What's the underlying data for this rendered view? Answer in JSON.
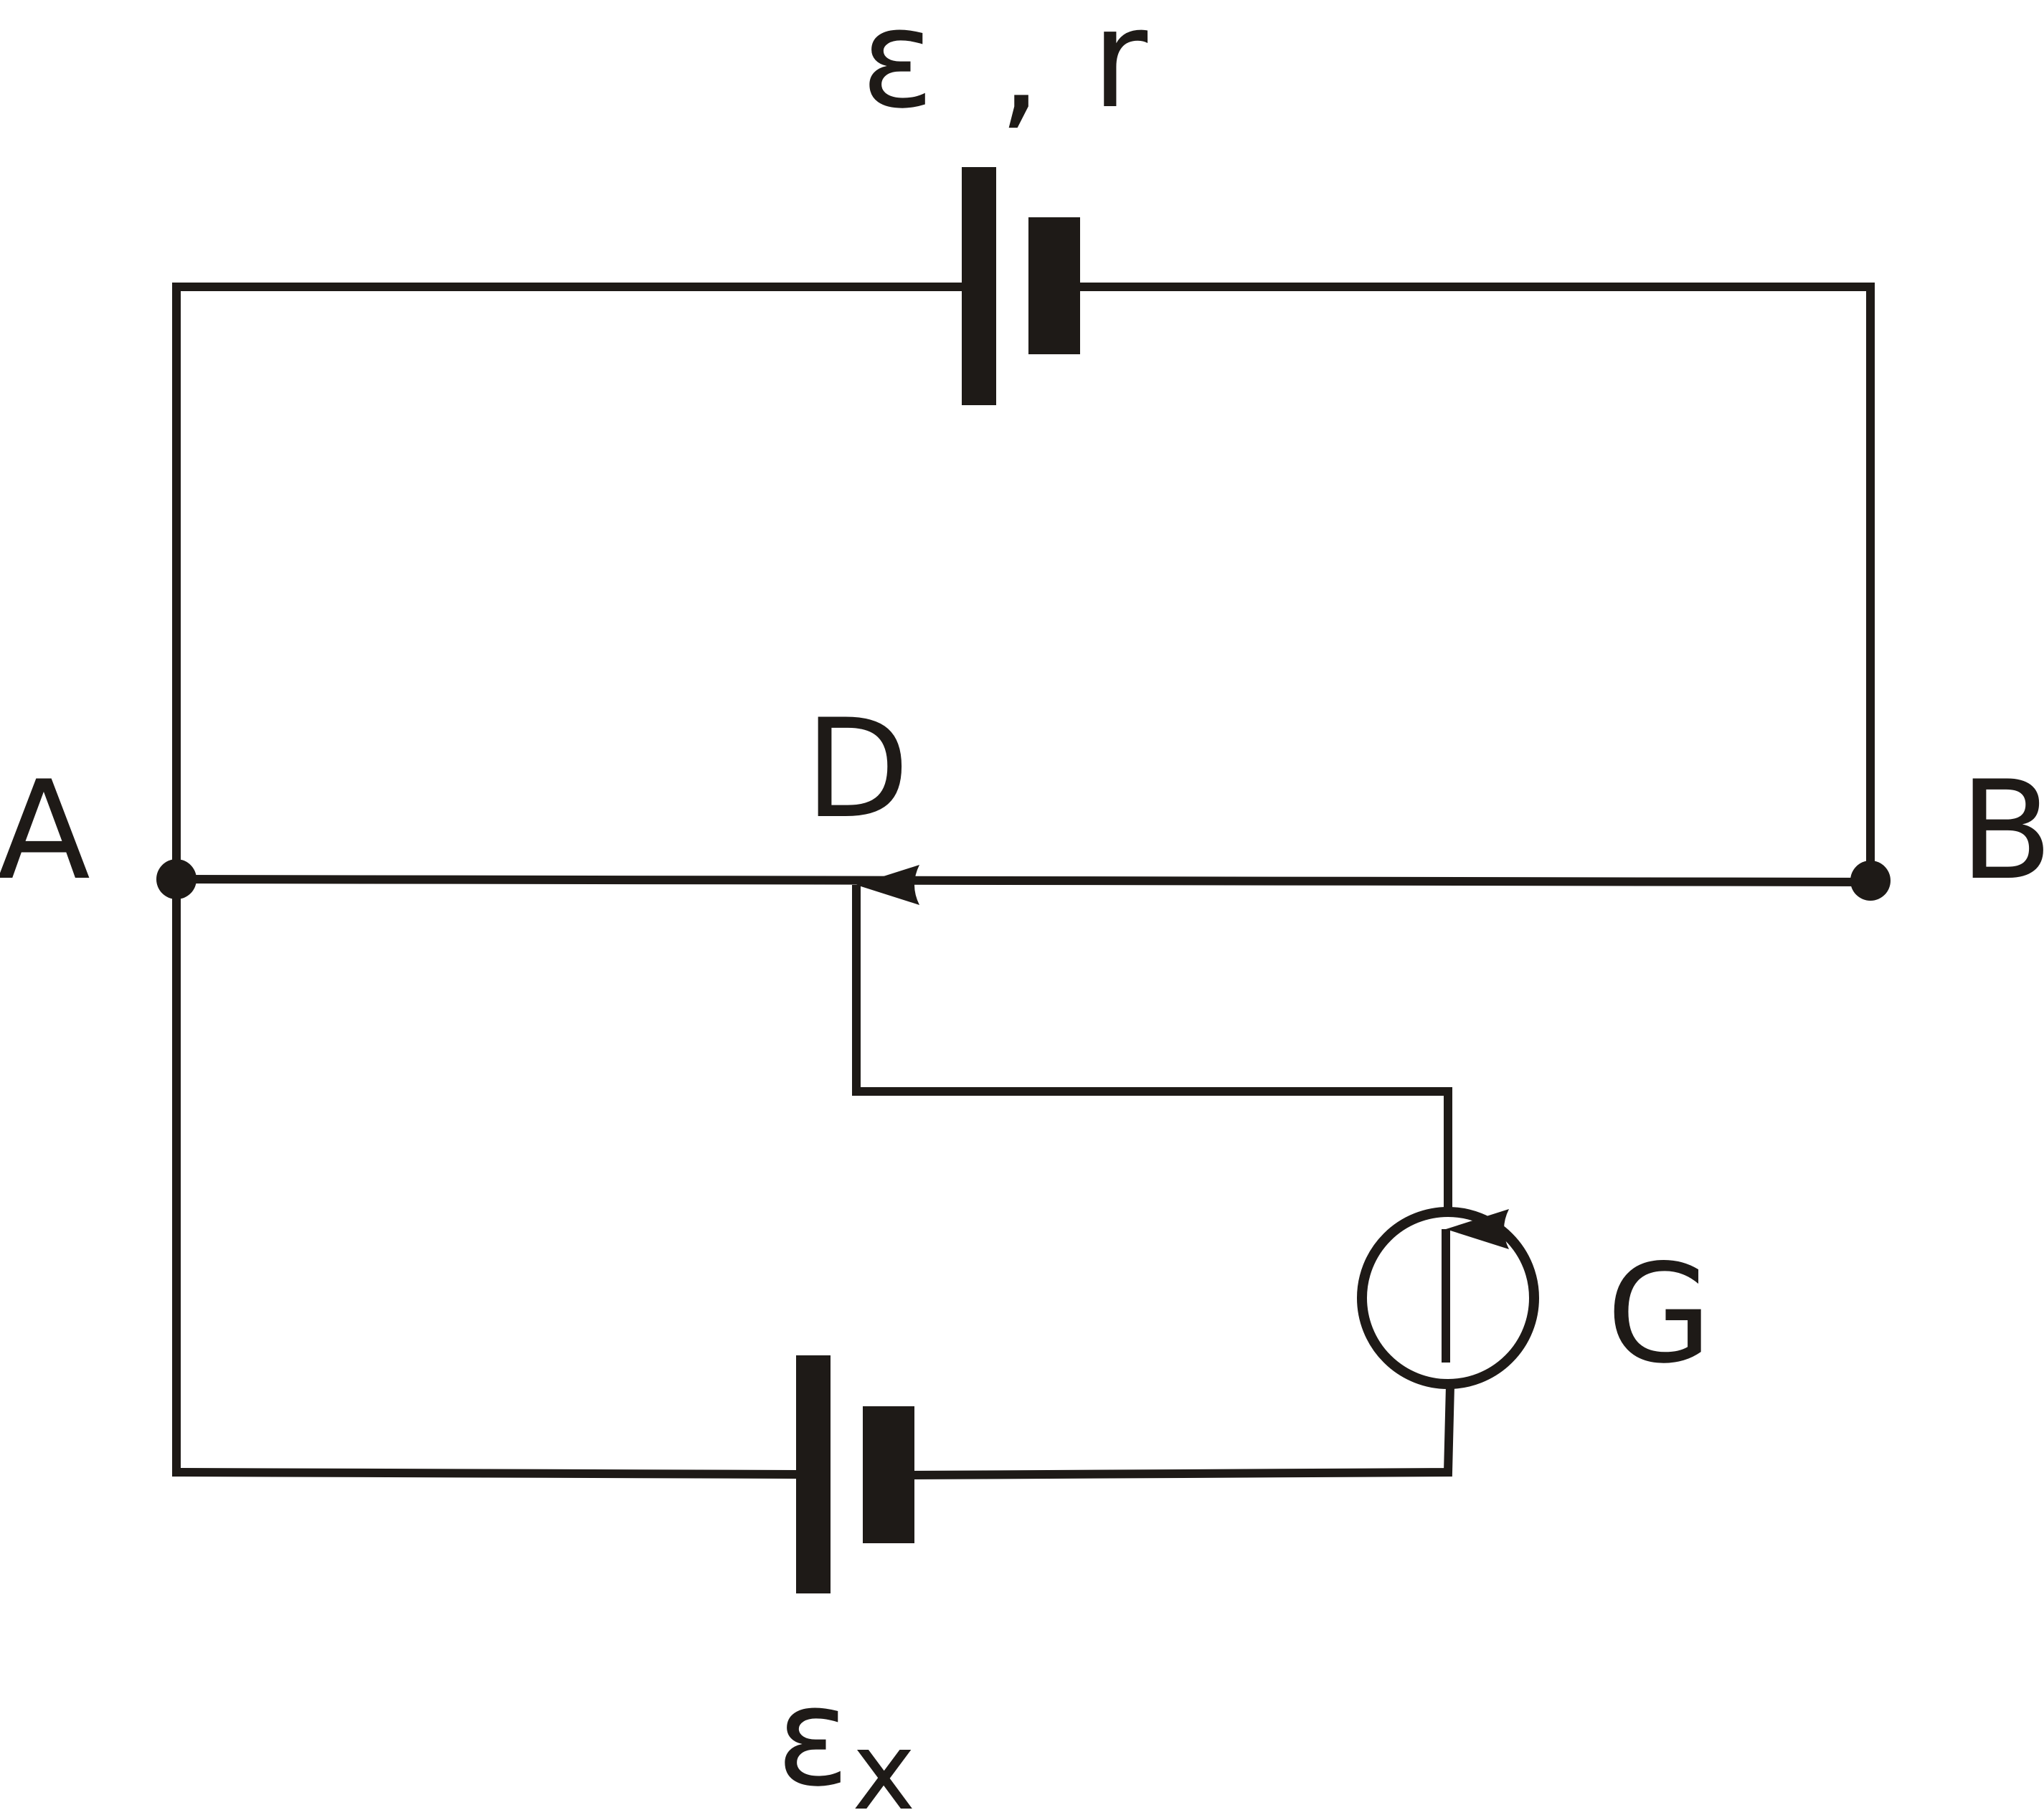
{
  "colors": {
    "ink": "#1e1a17",
    "background": "#ffffff"
  },
  "labels": {
    "source_emf": "ε",
    "source_separator": ",",
    "source_resistance": "r",
    "node_a": "A",
    "node_b": "B",
    "jockey_d": "D",
    "galvanometer": "G",
    "test_emf": "ε",
    "test_emf_subscript": "x"
  },
  "components": [
    {
      "type": "cell",
      "label": "ε , r"
    },
    {
      "type": "slide-wire",
      "from": "A",
      "to": "B"
    },
    {
      "type": "jockey",
      "label": "D"
    },
    {
      "type": "galvanometer",
      "label": "G"
    },
    {
      "type": "cell",
      "label": "εx"
    }
  ]
}
